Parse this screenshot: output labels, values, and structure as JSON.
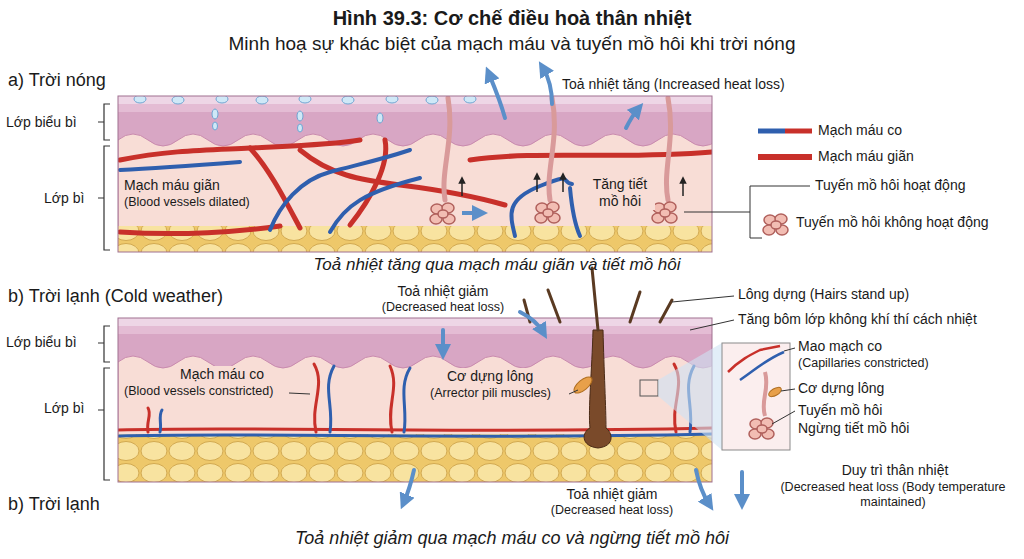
{
  "diagram": {
    "title": "Hình 39.3: Cơ chế điều hoà thân nhiệt",
    "labels": [
      "Minh hoạ sự khác biệt của mạch máu và tuyến mồ hôi khi trời nóng",
      "a) Trời nóng",
      "Toả nhiệt tăng (Increased heat loss)",
      "Lớp biểu bì",
      "Lớp bì",
      "Mạch máu giãn",
      "(Blood vessels dilated)",
      "Tăng tiết mồ hôi",
      "Toả nhiệt tăng qua mạch máu giãn và tiết mồ hôi",
      "b) Trời lạnh (Cold weather)",
      "Toả nhiệt giảm",
      "(Decreased heat loss)",
      "Lông dựng (Hairs stand up)",
      "Tăng bôm lớp không khí thí cách nhiệt",
      "Lớp biểu bì",
      "Lớp bì",
      "Mạch máu co",
      "(Blood vessels constricted)",
      "Cơ dựng lông",
      "(Arrector pili muscles)",
      "Mao mạch co",
      "(Capillaries constricted)",
      "Cơ dựng lông",
      "Tuyến mồ hôi",
      "Ngừng tiết mồ hôi",
      "Duy trì thân nhiệt",
      "(Decreased heat loss (Body temperature maintained)",
      "b) Trời lạnh",
      "Toả nhiệt giảm",
      "(Decreased heat loss)",
      "Toả nhiệt giảm qua mạch máu co và ngừng tiết mồ hôi"
    ],
    "legend": [
      {
        "text": "Mạch máu co"
      },
      {
        "text": "Mạch máu giãn"
      },
      {
        "text": "Tuyến mồ hôi hoạt động"
      },
      {
        "text": "Tuyến mồ hôi không hoạt động"
      }
    ]
  }
}
